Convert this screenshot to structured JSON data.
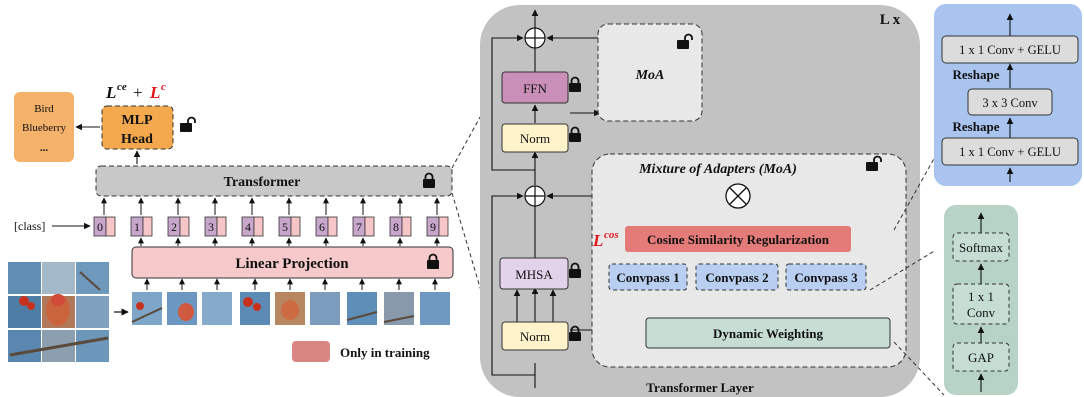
{
  "output_labels": {
    "line1": "Bird",
    "line2": "Blueberry",
    "line3": "..."
  },
  "loss_top": {
    "ce": "L",
    "ce_sup": "ce",
    "plus": "+",
    "c": "L",
    "c_sup": "c"
  },
  "mlp_head": {
    "line1": "MLP",
    "line2": "Head"
  },
  "transformer": {
    "label": "Transformer"
  },
  "class_token_label": "[class]",
  "token_indices": [
    "0",
    "1",
    "2",
    "3",
    "4",
    "5",
    "6",
    "7",
    "8",
    "9"
  ],
  "linear_projection": {
    "label": "Linear Projection"
  },
  "legend": {
    "label": "Only in training"
  },
  "layer": {
    "repeat_label": "L x",
    "title": "Transformer Layer",
    "ffn": "FFN",
    "norm_top": "Norm",
    "norm_bottom": "Norm",
    "moa": "MoA",
    "mhsa": "MHSA",
    "moa_title": "Mixture of Adapters (MoA)",
    "loss_cos": "L",
    "loss_cos_sup": "cos",
    "cosine_reg": "Cosine Similarity Regularization",
    "convpass": [
      "Convpass 1",
      "Convpass 2",
      "Convpass 3"
    ],
    "dynamic_weighting": "Dynamic Weighting"
  },
  "convpass_detail": {
    "conv_top": "1 x 1 Conv + GELU",
    "reshape_top": "Reshape",
    "conv_mid": "3 x 3 Conv",
    "reshape_bottom": "Reshape",
    "conv_bottom": "1 x 1 Conv + GELU"
  },
  "weighting_detail": {
    "softmax": "Softmax",
    "conv_line1": "1 x 1",
    "conv_line2": "Conv",
    "gap": "GAP"
  },
  "colors": {
    "output": "#f5b26b",
    "mlp_head": "#f5a94f",
    "transformer": "#c8c8c8",
    "token_class": "#c8a6cc",
    "token_patch": "#f6c5c8",
    "linear_projection": "#f7c9cb",
    "training_only": "#d98582",
    "layer_bg": "#c2c2c2",
    "ffn": "#c98fb8",
    "norm": "#fff3cc",
    "moa_bg": "#e8e8e8",
    "mhsa": "#e3d3ea",
    "cosine": "#e47b78",
    "convpass": "#b8cff2",
    "dynamic_weighting": "#c6ddd4",
    "convpass_detail_bg": "#a9c4ee",
    "weighting_detail_bg": "#b6d3c6",
    "loss_red": "#e0141b",
    "green_arrow": "#3a8a55"
  },
  "icons": [
    "lock-icon",
    "unlock-icon",
    "otimes-icon",
    "oplus-icon"
  ]
}
